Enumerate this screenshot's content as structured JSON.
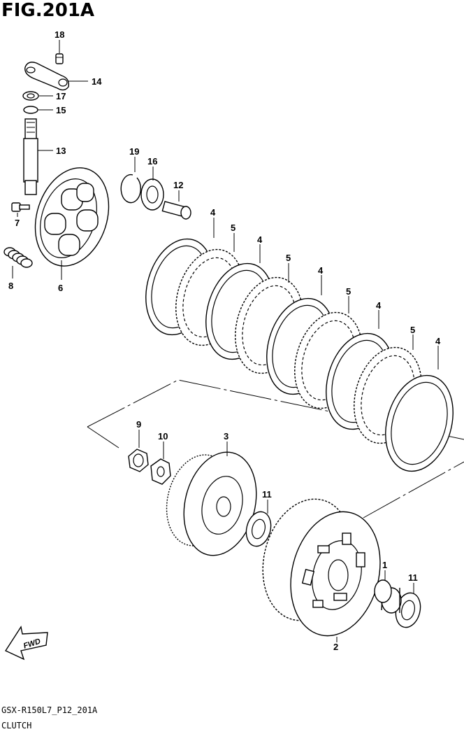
{
  "figure": {
    "title": "FIG.201A",
    "code": "GSX-R150L7_P12_201A",
    "caption": "CLUTCH",
    "fwd_label": "FWD"
  },
  "callouts": [
    {
      "id": "c18",
      "label": "18"
    },
    {
      "id": "c14",
      "label": "14"
    },
    {
      "id": "c17",
      "label": "17"
    },
    {
      "id": "c15",
      "label": "15"
    },
    {
      "id": "c13",
      "label": "13"
    },
    {
      "id": "c19",
      "label": "19"
    },
    {
      "id": "c16",
      "label": "16"
    },
    {
      "id": "c12",
      "label": "12"
    },
    {
      "id": "c7",
      "label": "7"
    },
    {
      "id": "c8",
      "label": "8"
    },
    {
      "id": "c6",
      "label": "6"
    },
    {
      "id": "c4a",
      "label": "4"
    },
    {
      "id": "c5a",
      "label": "5"
    },
    {
      "id": "c4b",
      "label": "4"
    },
    {
      "id": "c5b",
      "label": "5"
    },
    {
      "id": "c4c",
      "label": "4"
    },
    {
      "id": "c5c",
      "label": "5"
    },
    {
      "id": "c4d",
      "label": "4"
    },
    {
      "id": "c5d",
      "label": "5"
    },
    {
      "id": "c4e",
      "label": "4"
    },
    {
      "id": "c9",
      "label": "9"
    },
    {
      "id": "c10",
      "label": "10"
    },
    {
      "id": "c3",
      "label": "3"
    },
    {
      "id": "c11a",
      "label": "11"
    },
    {
      "id": "c1",
      "label": "1"
    },
    {
      "id": "c11b",
      "label": "11"
    },
    {
      "id": "c2",
      "label": "2"
    }
  ]
}
